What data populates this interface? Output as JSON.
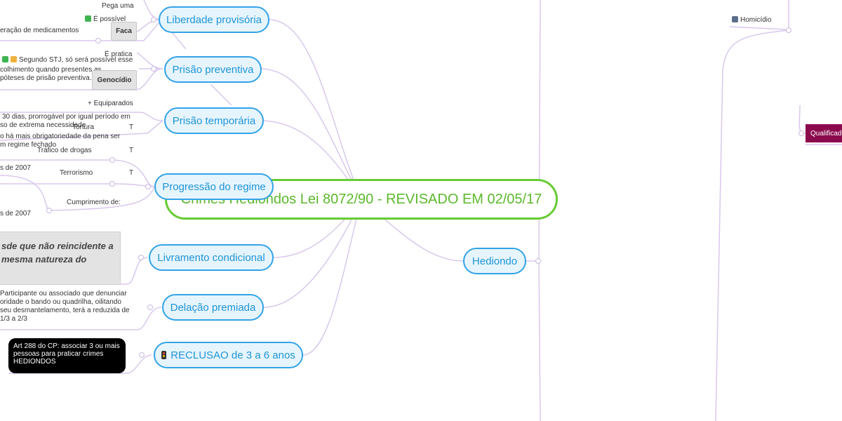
{
  "central": {
    "title": "Crimes Hediondos Lei 8072/90 - REVISADO EM 02/05/17"
  },
  "branches": [
    {
      "id": "liberdade",
      "label": "Liberdade provisória"
    },
    {
      "id": "preventiva",
      "label": "Prisão preventiva"
    },
    {
      "id": "temporaria",
      "label": "Prisão temporária"
    },
    {
      "id": "progressao",
      "label": "Progressão do regime"
    },
    {
      "id": "livramento",
      "label": "Livramento condicional"
    },
    {
      "id": "delacao",
      "label": "Delação premiada"
    },
    {
      "id": "reclusao",
      "label": "RECLUSAO de 3 a 6 anos"
    },
    {
      "id": "hediondo",
      "label": "Hediondo"
    }
  ],
  "left_items": {
    "pega_uma": "Pega uma",
    "e_possivel": "É possível",
    "medicamentos": "eração de medicamentos",
    "faca": "Faca",
    "e_pratica": "É pratica",
    "stj_note": "Segundo STJ, só será possível esse",
    "recolhimento": "colhimento quando presentes as",
    "hipoteses": "póteses de prisão preventiva.",
    "genocidio": "Genocídio",
    "equiparados": "+ Equiparados",
    "trinta_dias": "30 dias, prorrogável por igual período em",
    "extrema": "so de extrema necessidade",
    "tortura": "Tortura",
    "t1": "T",
    "obrigatoriedade": "o há mais obrigatoriedade da pena ser",
    "regime_fechado": "m regime fechado",
    "trafico": "Tráfico de drogas",
    "t2": "T",
    "s2007_a": "s de 2007",
    "terrorismo": "Terrorismo",
    "t3": "T",
    "cumprimento": "Cumprimento de:",
    "s2007_b": "s de 2007",
    "reincidente": "sde que não reincidente a mesma natureza do",
    "participante": "Participante ou associado que denunciar oridade o bando ou quadrilha, oilitando seu desmantelamento, terá a reduzida de 1/3 a 2/3",
    "art288": "Art 288 do CP: associar 3 ou mais pessoas para praticar crimes HEDIONDOS"
  },
  "right_items": {
    "homicidio": "Homicídio",
    "qualificado": "Qualificado"
  },
  "colors": {
    "central_border": "#66cc33",
    "central_text": "#5cb82d",
    "branch_border": "#33a3e8",
    "branch_fill": "#e6f5fd",
    "branch_text": "#1f94d8",
    "link": "#d9c8ec",
    "crimson_box": "#8b0a4d"
  },
  "icons": [
    "check-icon",
    "pencil-icon",
    "info-icon",
    "traffic-light-icon"
  ]
}
